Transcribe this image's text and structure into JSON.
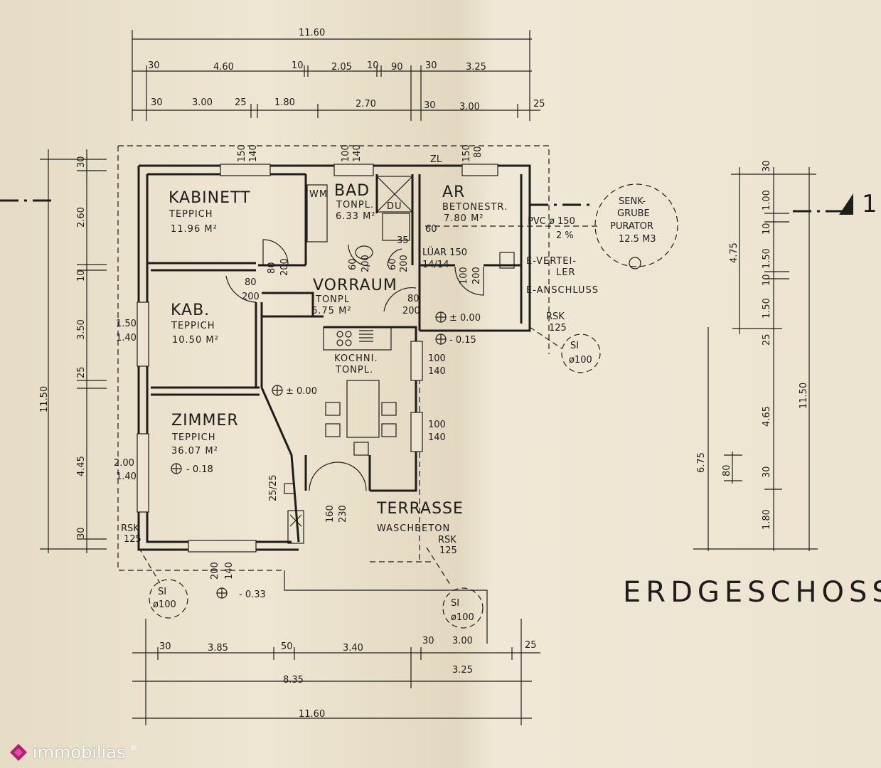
{
  "plan": {
    "title": "ERDGESCHOSS",
    "section_marker": "1",
    "rooms": [
      {
        "name": "KABINETT",
        "floor": "TEPPICH",
        "area": "11.96 M²"
      },
      {
        "name": "BAD",
        "floor": "TONPL.",
        "area": "6.33 M²"
      },
      {
        "name": "AR",
        "floor": "BETONESTR.",
        "area": "7.80 M²"
      },
      {
        "name": "KAB.",
        "floor": "TEPPICH",
        "area": "10.50 M²"
      },
      {
        "name": "VORRAUM",
        "floor": "TONPL",
        "area": "6.75 M²"
      },
      {
        "name": "ZIMMER",
        "floor": "TEPPICH",
        "area": "36.07 M²"
      },
      {
        "name": "TERRASSE",
        "floor": "WASCHBETON",
        "area": ""
      }
    ],
    "kitchen": {
      "line1": "KOCHNI.",
      "line2": "TONPL."
    },
    "fixtures": {
      "wm": "WM",
      "du": "DU"
    },
    "septic": {
      "l1": "SENK-",
      "l2": "GRUBE",
      "l3": "PURATOR",
      "l4": "12.5 M3"
    },
    "pipe": {
      "pvc": "PVC ø 150",
      "slope": "2 %"
    },
    "annotations": {
      "e_verteiler_1": "E-VERTEI-",
      "e_verteiler_2": "LER",
      "e_anschluss": "E-ANSCHLUSS",
      "rsk": "RSK",
      "rsk_val": "125",
      "si": "SI",
      "si_val": "ø100",
      "zl": "ZL",
      "luer": "LÜAR 150",
      "luer_dim": "14/14",
      "lvl_000": "± 0.00",
      "lvl_000b": "± 0.00",
      "lvl_015": "- 0.15",
      "lvl_018": "- 0.18",
      "lvl_033": "- 0.33"
    },
    "dims_top": {
      "overall": "11.60",
      "row2": [
        "30",
        "4.60",
        "10",
        "2.05",
        "10",
        "90",
        "30",
        "3.25"
      ],
      "row3": [
        "30",
        "3.00",
        "25",
        "1.80",
        "2.70",
        "30",
        "3.00",
        "25"
      ]
    },
    "dims_bottom": {
      "row1": [
        "30",
        "3.85",
        "50",
        "3.40",
        "30",
        "3.00",
        "25"
      ],
      "row2": [
        "8.35",
        "3.25"
      ],
      "overall": "11.60"
    },
    "dims_left": [
      "30",
      "2.60",
      "10",
      "3.50",
      "25",
      "4.45",
      "30"
    ],
    "dims_left_overall": "11.50",
    "dims_right": [
      "30",
      "1.00",
      "10",
      "1.50",
      "10",
      "1.50",
      "25",
      "4.65",
      "30",
      "1.80"
    ],
    "dims_right_extra": [
      "4.75",
      "11.50",
      "6.75",
      "80"
    ],
    "openings": [
      "150",
      "140",
      "100",
      "140",
      "150",
      "80",
      "80",
      "200",
      "80",
      "200",
      "60",
      "200",
      "60",
      "200",
      "80",
      "200",
      "100",
      "200",
      "1.50",
      "1.40",
      "2.00",
      "1.40",
      "200",
      "140",
      "100",
      "140",
      "100",
      "140",
      "160",
      "230",
      "25/25",
      "35",
      "60"
    ]
  },
  "brand": {
    "name": "immobilias",
    "mark": "®"
  }
}
